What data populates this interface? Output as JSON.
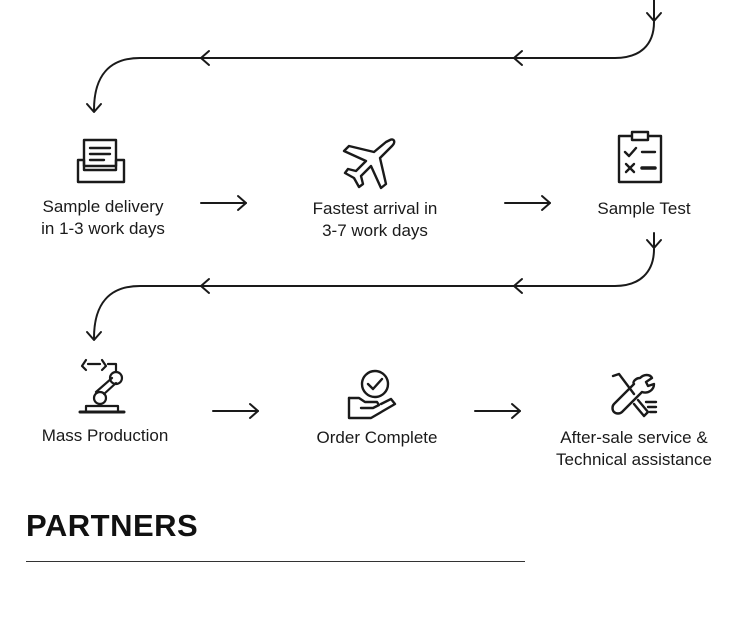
{
  "steps": [
    {
      "id": "sample-delivery",
      "icon": "delivery-tray-icon",
      "lines": [
        "Sample delivery",
        "in 1-3 work days"
      ]
    },
    {
      "id": "fastest-arrival",
      "icon": "airplane-icon",
      "lines": [
        "Fastest arrival in",
        "3-7 work days"
      ]
    },
    {
      "id": "sample-test",
      "icon": "checklist-clipboard-icon",
      "lines": [
        "Sample Test"
      ]
    },
    {
      "id": "mass-production",
      "icon": "robotic-arm-icon",
      "lines": [
        "Mass Production"
      ]
    },
    {
      "id": "order-complete",
      "icon": "hand-check-icon",
      "lines": [
        "Order Complete"
      ]
    },
    {
      "id": "after-sale",
      "icon": "tools-wrench-screwdriver-icon",
      "lines": [
        "After-sale service &",
        "Technical assistance"
      ]
    }
  ],
  "section": {
    "title": "PARTNERS"
  },
  "colors": {
    "stroke": "#1a1a1a",
    "text": "#1a1a1a",
    "rule": "#333333"
  }
}
